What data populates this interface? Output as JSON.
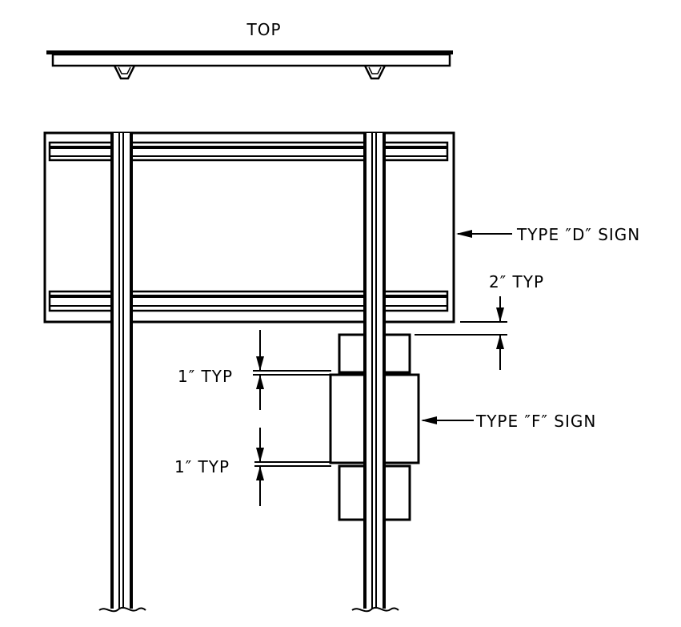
{
  "labels": {
    "top": "TOP",
    "type_d_sign": "TYPE ″D″ SIGN",
    "two_inch_typ": "2″ TYP",
    "one_inch_typ_upper": "1″ TYP",
    "type_f_sign": "TYPE ″F″ SIGN",
    "one_inch_typ_lower": "1″ TYP"
  },
  "colors": {
    "line": "#000000",
    "background": "#ffffff"
  }
}
